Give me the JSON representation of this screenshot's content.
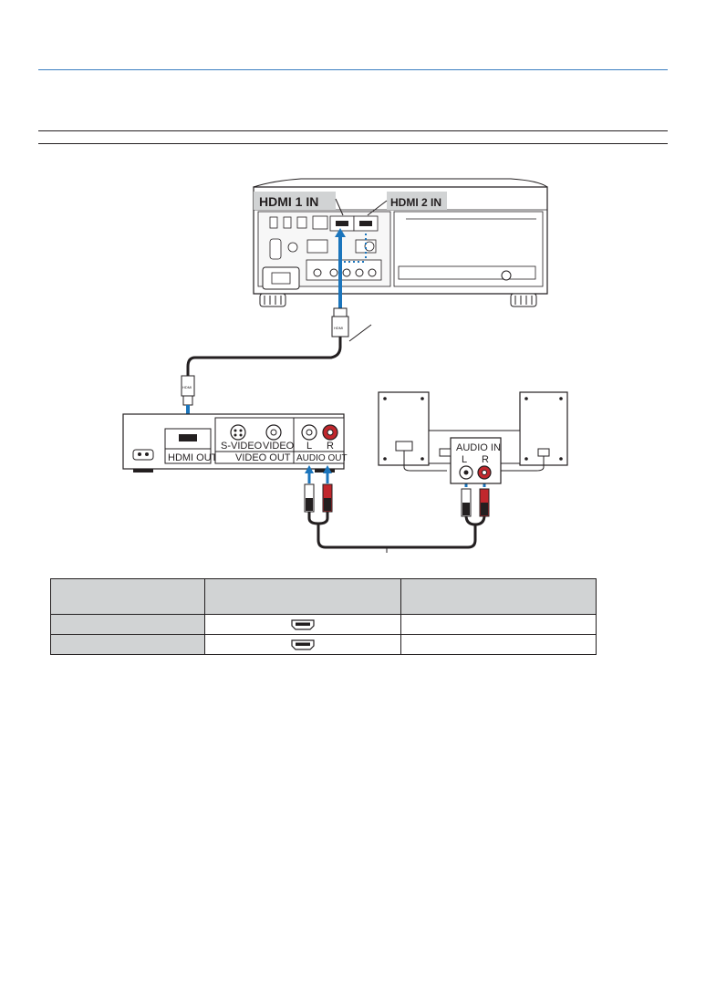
{
  "diagram": {
    "projector_labels": {
      "hdmi1": "HDMI 1 IN",
      "hdmi2": "HDMI 2 IN"
    },
    "source_device": {
      "hdmi_out": "HDMI OUT",
      "svideo": "S-VIDEO",
      "video": "VIDEO",
      "video_out": "VIDEO OUT",
      "audio_l": "L",
      "audio_r": "R",
      "audio_out": "AUDIO OUT"
    },
    "speakers": {
      "audio_in": "AUDIO IN",
      "l": "L",
      "r": "R"
    },
    "plug_label": "HDMI"
  },
  "table": {
    "headers": [
      "",
      "",
      ""
    ],
    "rows": [
      {
        "col1": "",
        "icon": "hdmi-port-icon",
        "col3": ""
      },
      {
        "col1": "",
        "icon": "hdmi-port-icon",
        "col3": ""
      }
    ]
  },
  "colors": {
    "accent": "#3a7fc1",
    "cable_blue": "#1b75bc",
    "plug_red": "#c1272d"
  }
}
